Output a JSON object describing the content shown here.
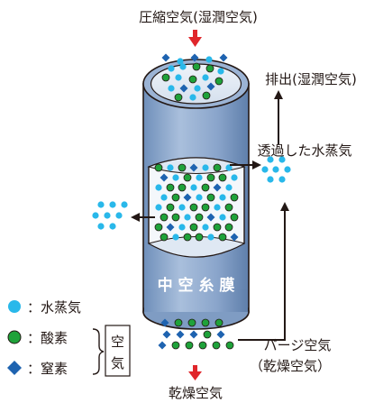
{
  "labels": {
    "compressed_air": "圧縮空気(湿潤空気)",
    "exhaust": "排出(湿潤空気)",
    "permeated_vapor": "透過した水蒸気",
    "hollow_fiber_membrane": "中 空 糸 膜",
    "purge_air_line1": "パージ空気",
    "purge_air_line2": "（乾燥空気）",
    "dry_air": "乾燥空気"
  },
  "legend": {
    "items": [
      {
        "label": "：水蒸気",
        "color": "#29b8ea",
        "shape": "circle"
      },
      {
        "label": "：酸素",
        "color": "#1fa23a",
        "shape": "circle"
      },
      {
        "label": "：窒素",
        "color": "#1e63b0",
        "shape": "diamond"
      }
    ],
    "group_line1": "空",
    "group_line2": "気"
  },
  "colors": {
    "cylinder_fill": "#8fa9cc",
    "cylinder_light": "#c8d7ea",
    "window_fill": "#f4f7fb",
    "arrow_red": "#e0262b",
    "line_dark": "#231815"
  }
}
